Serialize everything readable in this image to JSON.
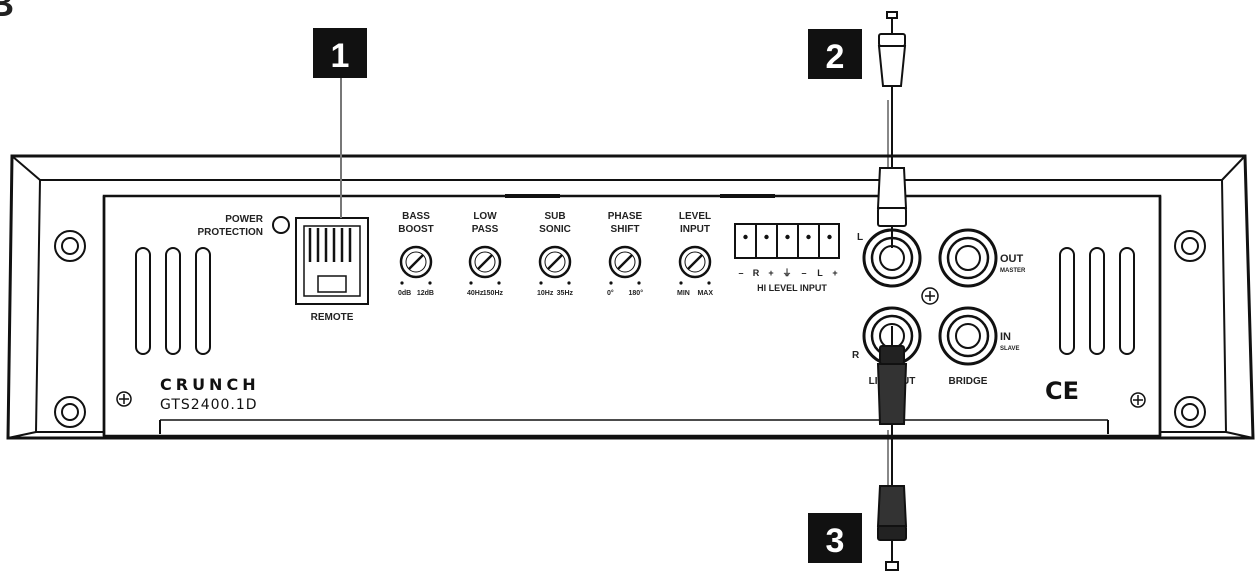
{
  "corner_mark": "B",
  "callouts": [
    "1",
    "2",
    "3"
  ],
  "panel": {
    "power_protection": [
      "POWER",
      "PROTECTION"
    ],
    "remote": "REMOTE",
    "knobs": [
      {
        "title": [
          "BASS",
          "BOOST"
        ],
        "min": "0dB",
        "max": "12dB"
      },
      {
        "title": [
          "LOW",
          "PASS"
        ],
        "min": "40Hz",
        "max": "150Hz"
      },
      {
        "title": [
          "SUB",
          "SONIC"
        ],
        "min": "10Hz",
        "max": "35Hz"
      },
      {
        "title": [
          "PHASE",
          "SHIFT"
        ],
        "min": "0°",
        "max": "180°"
      },
      {
        "title": [
          "LEVEL",
          "INPUT"
        ],
        "min": "MIN",
        "max": "MAX"
      }
    ],
    "hi_level": {
      "label": "HI LEVEL INPUT",
      "terminal_signs": [
        "–",
        "R",
        "+",
        "⏚",
        "–",
        "L",
        "+"
      ]
    },
    "rca": {
      "left": "L",
      "right": "R",
      "line_out": "LINE OUT",
      "out": "OUT",
      "out_sub": "MASTER",
      "in": "IN",
      "in_sub": "SLAVE",
      "bridge": "BRIDGE"
    },
    "brand": "CRUNCH",
    "model": "GTS2400.1D",
    "ce": "CE"
  }
}
